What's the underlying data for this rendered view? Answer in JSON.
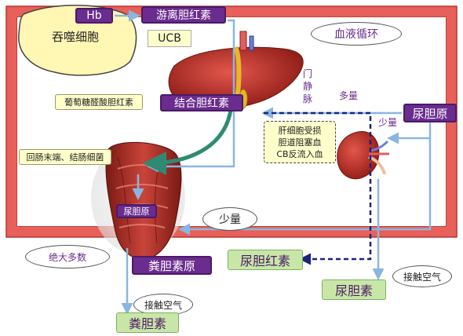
{
  "nodes": {
    "phagocyte": "吞噬细胞",
    "hb": "Hb",
    "free_bilirubin": "游离胆红素",
    "ucb": "UCB",
    "blood_circulation": "血液循环",
    "conjugated_bilirubin": "结合胆红素",
    "glucuronide": "葡萄糖醛酸胆红素",
    "portal_vein": "门静脉",
    "large_amount": "多量",
    "small_amount_right": "少量",
    "urobilinogen_top": "尿胆原",
    "liver_damage_line1": "肝细胞受损",
    "liver_damage_line2": "胆道阻塞血",
    "liver_damage_line3": "CB反流入血",
    "ileum_bacteria": "回肠末端、结肠细菌",
    "urobilinogen_gut": "尿胆原",
    "small_amount_mid": "少量",
    "majority": "绝大多数",
    "stercobilinogen": "粪胆素原",
    "bilirubin_urine": "尿胆红素",
    "air_contact_right": "接触空气",
    "urobilin": "尿胆素",
    "air_contact_bottom": "接触空气",
    "stercobilin": "粪胆素"
  },
  "colors": {
    "frame_red": "#e8605a",
    "frame_border": "#b8322d",
    "arrow_blue": "#8ab6e0",
    "dashed_navy": "#1a237e",
    "label_purple": "#6a2c8e",
    "green_box": "#c9e6a9",
    "teal_arrow": "#2e8b72"
  }
}
